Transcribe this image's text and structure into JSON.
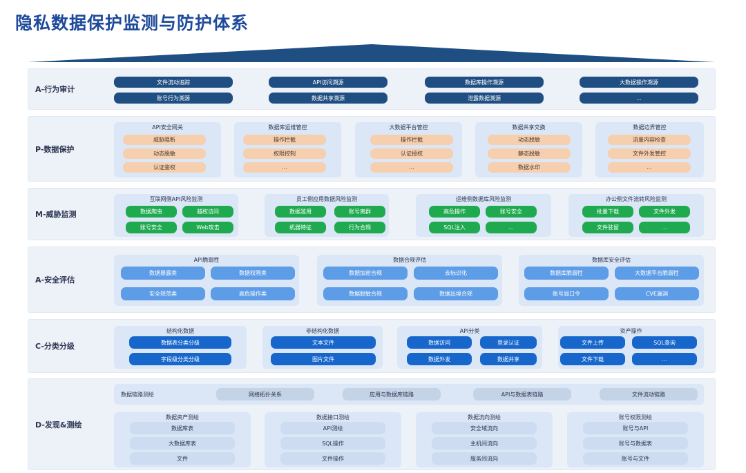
{
  "title": "隐私数据保护监测与防护体系",
  "layers": {
    "audit": {
      "label": "A-行为审计",
      "items": [
        "文件流动追踪",
        "API访问溯源",
        "数据库操作溯源",
        "大数据操作溯源",
        "账号行为溯源",
        "数据共享溯源",
        "泄露数据溯源",
        "..."
      ]
    },
    "protect": {
      "label": "P-数据保护",
      "groups": [
        {
          "title": "API安全网关",
          "items": [
            "威胁阻断",
            "动态脱敏",
            "认证鉴权"
          ]
        },
        {
          "title": "数据库运维管控",
          "items": [
            "操作拦截",
            "权限控制",
            "..."
          ]
        },
        {
          "title": "大数据平台管控",
          "items": [
            "操作拦截",
            "认证授权",
            "..."
          ]
        },
        {
          "title": "数据共享交换",
          "items": [
            "动态脱敏",
            "静态脱敏",
            "数据水印"
          ]
        },
        {
          "title": "数据边界管控",
          "items": [
            "流量内容检查",
            "文件外发管控",
            "..."
          ]
        }
      ]
    },
    "monitor": {
      "label": "M-威胁监测",
      "groups": [
        {
          "title": "互联网侧API风险监测",
          "items": [
            "数据爬虫",
            "越权访问",
            "账号安全",
            "Web攻击"
          ]
        },
        {
          "title": "员工侧应用数据风险监测",
          "items": [
            "数据滥用",
            "账号离群",
            "机器特征",
            "行为合规"
          ]
        },
        {
          "title": "运维侧数据库风险监测",
          "items": [
            "高危操作",
            "账号安全",
            "SQL注入",
            "..."
          ]
        },
        {
          "title": "办公侧文件流转风险监测",
          "items": [
            "批量下载",
            "文件外发",
            "文件驻留",
            "..."
          ]
        }
      ]
    },
    "assess": {
      "label": "A-安全评估",
      "groups": [
        {
          "title": "API脆弱性",
          "items": [
            "数据暴露类",
            "数据权限类",
            "安全规范类",
            "高危操作类"
          ]
        },
        {
          "title": "数据合规评估",
          "items": [
            "数据加密合规",
            "去标识化",
            "数据脱敏合规",
            "数据出境合规"
          ]
        },
        {
          "title": "数据库安全评估",
          "items": [
            "数据库脆弱性",
            "大数据平台脆弱性",
            "账号弱口令",
            "CVE漏洞"
          ]
        }
      ]
    },
    "classify": {
      "label": "C-分类分级",
      "groups": [
        {
          "title": "结构化数据",
          "items": [
            "数据表分类分级",
            "字段级分类分级"
          ]
        },
        {
          "title": "非结构化数据",
          "items": [
            "文本文件",
            "图片文件"
          ]
        },
        {
          "title": "API分类",
          "items": [
            "数据访问",
            "登录认证",
            "数据外发",
            "数据共享"
          ]
        },
        {
          "title": "资产操作",
          "items": [
            "文件上传",
            "SQL查询",
            "文件下载",
            "..."
          ]
        }
      ]
    },
    "discover": {
      "label": "D-发现&测绘",
      "link_row_label": "数据链路测绘",
      "link_items": [
        "网络拓扑关系",
        "应用与数据库链路",
        "API与数据表链路",
        "文件流动链路"
      ],
      "groups": [
        {
          "title": "数据资产测绘",
          "items": [
            "数据库表",
            "大数据库表",
            "文件"
          ]
        },
        {
          "title": "数据接口测绘",
          "items": [
            "API测绘",
            "SQL操作",
            "文件操作"
          ]
        },
        {
          "title": "数据流向测绘",
          "items": [
            "安全域流向",
            "主机间流向",
            "服务间流向"
          ]
        },
        {
          "title": "账号权限测绘",
          "items": [
            "账号与API",
            "账号与数据表",
            "账号与文件"
          ]
        }
      ]
    }
  },
  "colors": {
    "title": "#1e4a9b",
    "roof": "#1f4e82",
    "navy_pill": "#1f4e82",
    "peach_pill": "#f6cfae",
    "green_pill": "#1faa4f",
    "sky_pill": "#5d9ce6",
    "blue_pill": "#1666cc",
    "gray_pill": "#c5d3e6"
  }
}
